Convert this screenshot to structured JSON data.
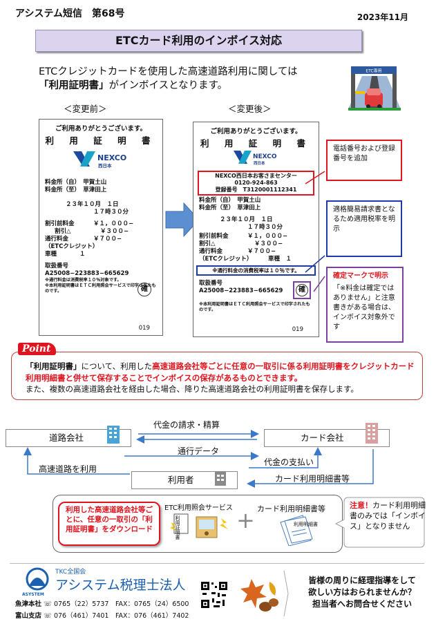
{
  "header": {
    "series": "アシステム短信　第68号",
    "date": "2023年11月"
  },
  "title": "ETCカード利用のインボイス対応",
  "intro": {
    "line1": "ETCクレジットカードを使用した高速道路利用に関しては",
    "highlight": "「利用証明書」",
    "line2_rest": "がインボイスとなります。"
  },
  "labels": {
    "before": "＜変更前＞",
    "after": "＜変更後＞"
  },
  "receipt": {
    "thanks": "ご利用ありがとうございます。",
    "title": "利 用 証 明 書",
    "logo_text": "NEXCO",
    "logo_sub": "西日本",
    "from_label": "料金所（自）",
    "from_value": "甲賀土山",
    "to_label": "料金所（至）",
    "to_value": "草津田上",
    "date": "２３年１０月　１日",
    "time": "１７時３０分",
    "pre_discount_label": "割引前料金",
    "pre_discount_value": "￥１，０００−",
    "discount_label": "割引△",
    "discount_value": "￥３００−",
    "paid_label": "通行料金",
    "paid_value": "￥７００−",
    "card_label": "（ETCクレジット）",
    "vehicle_label": "車種",
    "vehicle_value": "１",
    "txn_label": "取扱番号",
    "txn_value": "A25008−223883−665629",
    "stamp": "確",
    "note1": "※通行料金は消費税率１０％対象です。",
    "note2": "※本利用証明書はＥＴＣ利用照会サービスで印字されたものです。",
    "page_no": "019",
    "center_name": "NEXCO西日本お客さまセンター",
    "center_tel": "0120-924-863",
    "reg_label": "登録番号",
    "reg_value": "T3120001112341",
    "tax_note": "※通行料金の消費税率は１０％です。"
  },
  "callouts": {
    "phone": "電話番号および登録番号を追加",
    "tax": "適格簡易請求書となるため適用税率を明示",
    "confirm_title": "確定マークで明示",
    "confirm_body": "「※料金は確定ではありません」と注意書きがある場合は、インボイス対象外です"
  },
  "point": {
    "tag": "Point",
    "p1": "「利用証明書」",
    "p2": "について、利用した",
    "p3": "高速道路会社等ごとに任意の一取引に係る利用証明書をクレジットカード利用明細書と併せて保存することでインボイスの保存があるものとできます。",
    "p4": "また、複数の高速道路会社を経由した場合、降りた高速道路会社の利用証明書を保存します。"
  },
  "flow": {
    "road_company": "道路会社",
    "card_company": "カード会社",
    "user": "利用者",
    "billing": "代金の請求・精算",
    "toll_data": "通行データ",
    "use_highway": "高速道路を利用",
    "payment": "代金の支払い",
    "statement": "カード利用明細書等",
    "download_text": "利用した高速道路会社等ごとに、任意の一取引の「利用証明書」をダウンロード",
    "etc_service": "ETC利用照会サービス",
    "doc_label": "利用証明書",
    "card_statement": "カード利用明細書等",
    "statement_doc": "利用明細書",
    "warn_title": "注意！",
    "warn_body": "カード利用明細書のみでは「インボイス」となりません"
  },
  "footer": {
    "tkc": "TKC全国会",
    "firm": "アシステム税理士法人",
    "logo_sub": "ASYSTEM",
    "office1_name": "魚津本社",
    "office1_tel": "0765（22）5737",
    "office1_fax": "FAX：0765（24）6500",
    "office2_name": "富山支店",
    "office2_tel": "076（461）7401",
    "office2_fax": "FAX：076（461）7402",
    "tel_mark": "☏",
    "cta1": "皆様の周りに経理指導をして",
    "cta2": "欲しい方はおられませんか？",
    "cta3": "担当者へお問合せください"
  },
  "colors": {
    "accent_red": "#e0141e",
    "title_bg": "#dcd3ee",
    "callout_purple": "#7b3fa0",
    "callout_blue": "#1a3aa8"
  }
}
